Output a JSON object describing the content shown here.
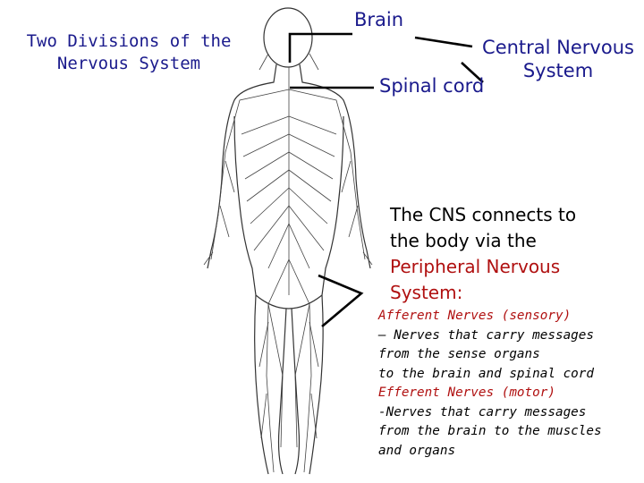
{
  "title_lines": [
    "Two Divisions of the",
    "Nervous System"
  ],
  "labels": {
    "brain": "Brain",
    "cns_lines": [
      "Central Nervous",
      "System"
    ],
    "spinal_cord": "Spinal cord"
  },
  "pns_intro": {
    "line1": "The CNS connects to",
    "line2": "the body via the",
    "line3": "Peripheral Nervous",
    "line4": "System:"
  },
  "nerves": {
    "afferent_heading": "Afferent Nerves (sensory)",
    "afferent_line1": "– Nerves that carry messages",
    "afferent_line2": "from the sense organs",
    "afferent_line3": "to the brain and spinal cord",
    "efferent_heading": "Efferent Nerves (motor)",
    "efferent_line1": "-Nerves that carry messages",
    "efferent_line2": "from the brain to the muscles",
    "efferent_line3": "and organs"
  },
  "colors": {
    "heading_blue": "#1a1a8c",
    "term_red": "#b01010",
    "body_text": "#000000"
  }
}
